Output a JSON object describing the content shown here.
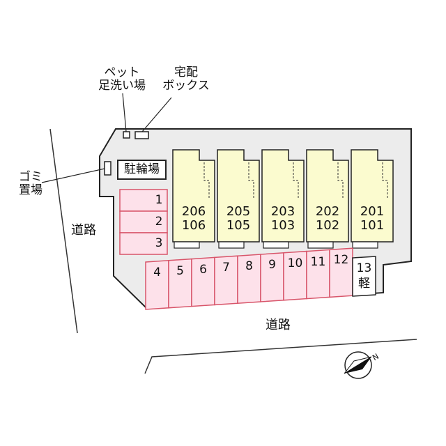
{
  "labels": {
    "pet": [
      "ペット",
      "足洗い場"
    ],
    "delivery": [
      "宅配",
      "ボックス"
    ],
    "garbage": [
      "ゴミ",
      "置場"
    ],
    "bicycle": "駐輪場",
    "road_left": "道路",
    "road_bottom": "道路"
  },
  "units": [
    {
      "upper": "206",
      "lower": "106"
    },
    {
      "upper": "205",
      "lower": "105"
    },
    {
      "upper": "203",
      "lower": "103"
    },
    {
      "upper": "202",
      "lower": "102"
    },
    {
      "upper": "201",
      "lower": "101"
    }
  ],
  "left_parking": [
    "1",
    "2",
    "3"
  ],
  "bottom_parking": [
    "4",
    "5",
    "6",
    "7",
    "8",
    "9",
    "10",
    "11",
    "12"
  ],
  "kei_parking": {
    "number": "13",
    "type": "軽"
  },
  "compass": {
    "direction": "N"
  },
  "colors": {
    "lot": "#ececec",
    "unit": "#fbfbcf",
    "parking": "#fde1ea",
    "parking_border": "#d8556a"
  }
}
